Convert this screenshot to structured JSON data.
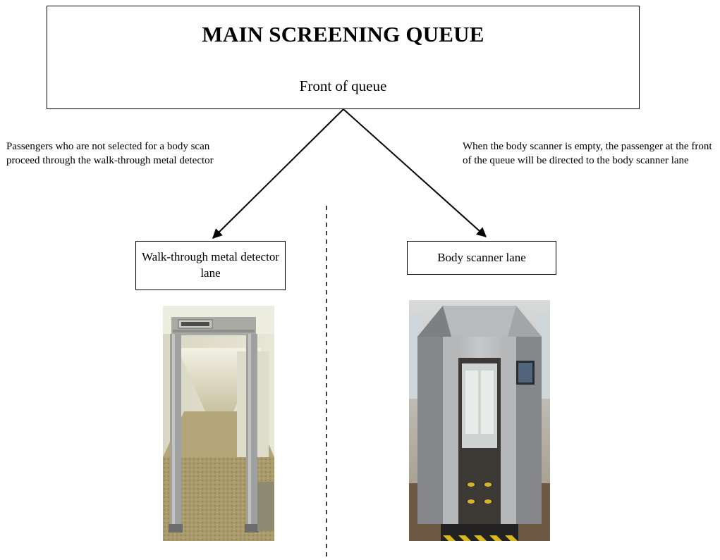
{
  "queue": {
    "title": "MAIN SCREENING QUEUE",
    "subtitle": "Front of queue"
  },
  "notes": {
    "left": "Passengers who are not selected for a body scan proceed through the walk-through metal detector",
    "right": "When the body scanner is empty, the passenger at the front of the queue will be directed to the body scanner lane"
  },
  "lanes": {
    "wtmd": {
      "label": "Walk-through metal detector lane"
    },
    "body_scanner": {
      "label": "Body scanner lane"
    }
  },
  "photos": {
    "wtmd": "walk-through-metal-detector-photo",
    "body_scanner": "body-scanner-photo"
  }
}
